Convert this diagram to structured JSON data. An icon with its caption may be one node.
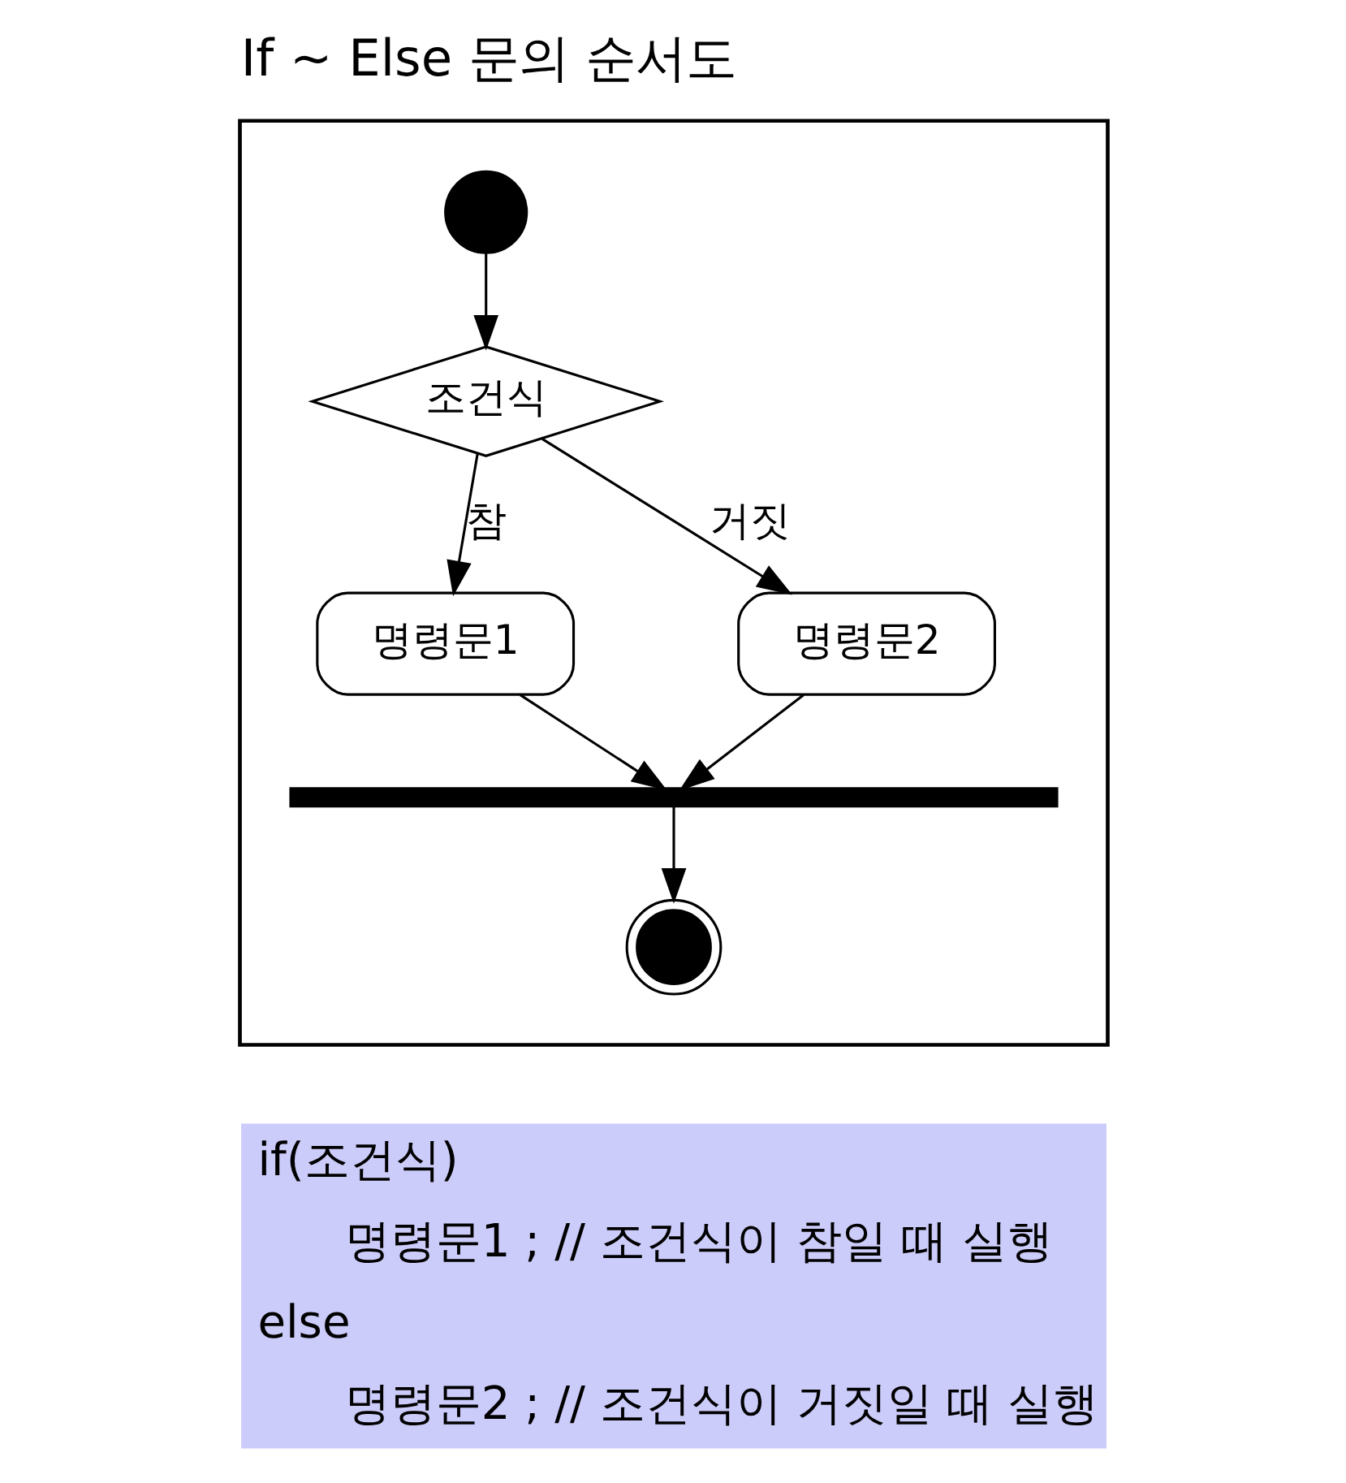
{
  "diagram": {
    "title": "If ~ Else 문의 순서도",
    "nodes": [
      {
        "text": [],
        "shape": "box"
      },
      {
        "text": [],
        "shape": "circle",
        "in": 0
      },
      {
        "text": [
          "조건식"
        ],
        "in": 0
      },
      {
        "text": [
          "명령문1"
        ],
        "in": 0
      },
      {
        "text": [
          "명령문2"
        ],
        "in": 0
      },
      {
        "text": [],
        "shape": "bar",
        "in": 0
      },
      {
        "text": [],
        "shape": "circle",
        "in": 0
      }
    ],
    "edges": [
      {
        "from": 1,
        "to": 2,
        "arrow": "to"
      },
      {
        "from": 2,
        "to": 3,
        "arrow": "to",
        "label": "참"
      },
      {
        "from": 2,
        "to": 4,
        "arrow": "to",
        "label": "거짓"
      },
      {
        "from": 3,
        "to": 5,
        "arrow": "to"
      },
      {
        "from": 4,
        "to": 5,
        "arrow": "to"
      },
      {
        "from": 5,
        "to": 6,
        "arrow": "to"
      }
    ],
    "labels": [
      "if(조건식)",
      "명령문1 ; // 조건식이 참일 때 실행",
      "else",
      "명령문2 ; // 조건식이 거짓일 때 실행"
    ]
  }
}
